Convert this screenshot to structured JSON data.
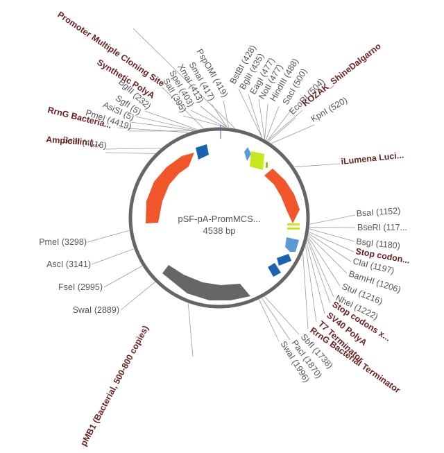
{
  "plasmid": {
    "name": "pSF-pA-PromMCS...",
    "size": "4538 bp"
  },
  "colors": {
    "backbone": "#666666",
    "leader": "#999999",
    "feature_text": "#6b1f1f",
    "site_text": "#555555",
    "orange": "#f0562a",
    "blue": "#1a63b0",
    "light_blue": "#5b9bd5",
    "lime": "#c7e81c",
    "gray_arc": "#666666"
  },
  "sites_top": [
    "PspOMI (419)",
    "SmaI (417)",
    "XmaI (413)",
    "SpeI (403)",
    "SalI (395)",
    "BglII (232)",
    "SgfI (5)",
    "AsiSI (5)",
    "PmeI (4419)",
    "BsaI (4116)",
    "BstBI (428)",
    "BglII (435)",
    "EagI (477)",
    "NotI (477)",
    "HindIII (488)",
    "SacI (500)",
    "EcoRI (504)",
    "KpnI (520)"
  ],
  "sites_right": [
    "BsaI (1152)",
    "BseRI (117...",
    "BsgI (1180)",
    "ClaI (1197)",
    "BamHI (1206)",
    "StuI (1216)",
    "NheI (1222)",
    "SbfI (1738)",
    "PacI (1870)",
    "SwaI (1996)"
  ],
  "sites_left": [
    "PmeI (3298)",
    "AscI (3141)",
    "FseI (2995)",
    "SwaI (2889)"
  ],
  "features": [
    "Promoter Multiple Cloning Site",
    "Synthetic PolyA",
    "RrnG Bacteria...",
    "Ampicillin (...",
    "KOZAK_ShineDalgarno",
    "iLumena Luci...",
    "Stop codon...",
    "Stop codons x...",
    "SV40 PolyA",
    "T7 Terminator",
    "RrnG Bacterial Terminator",
    "pMB1 (Bacterial, 500-800 copies)"
  ]
}
